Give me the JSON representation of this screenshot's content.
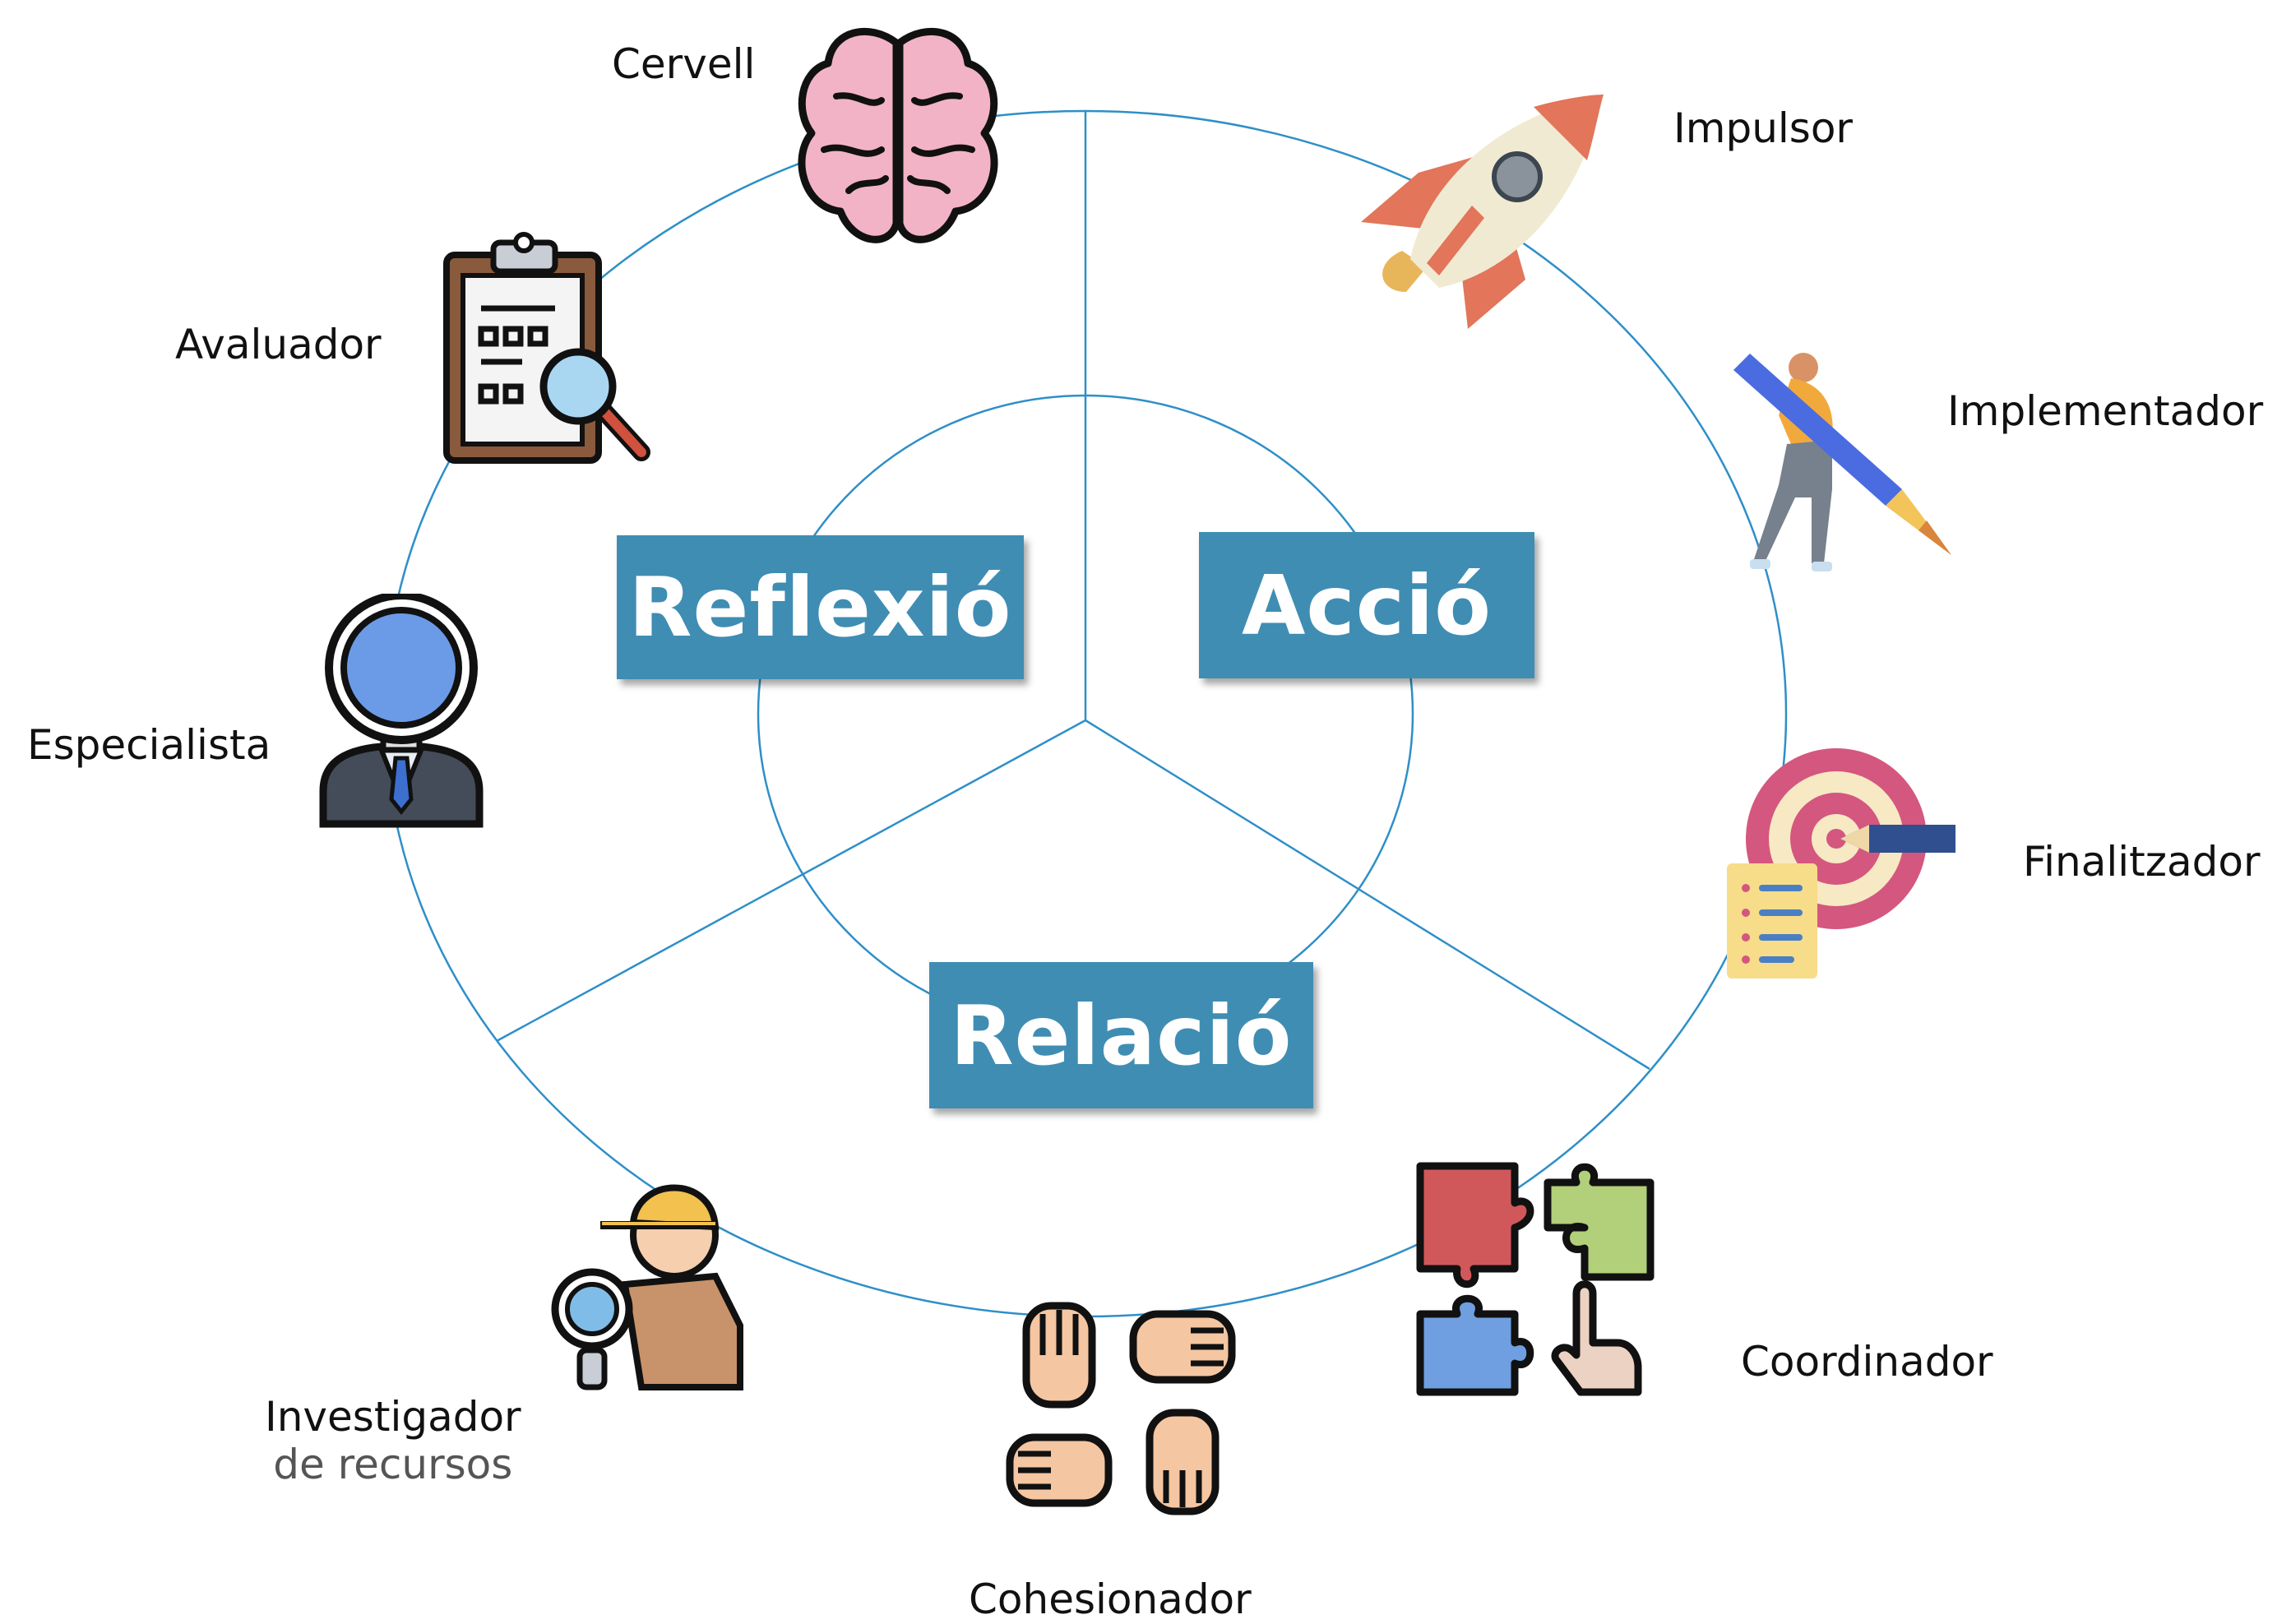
{
  "center": {
    "reflexio": "Reflexió",
    "accio": "Acció",
    "relacio": "Relació"
  },
  "roles": {
    "cervell": "Cervell",
    "avaluador": "Avaluador",
    "especialista": "Especialista",
    "investigador": "Investigador",
    "investigador_sub": "de recursos",
    "cohesionador": "Cohesionador",
    "coordinador": "Coordinador",
    "finalitzador": "Finalitzador",
    "implementador": "Implementador",
    "impulsor": "Impulsor"
  },
  "icons": [
    "brain-icon",
    "clipboard-magnifier-icon",
    "specialist-person-icon",
    "explorer-magnifier-icon",
    "joined-hands-icon",
    "puzzle-pieces-icon",
    "target-pencil-icon",
    "person-pencil-icon",
    "rocket-icon"
  ],
  "colors": {
    "box": "#3f8db3",
    "lines": "#2e8fc8",
    "text": "#111111"
  }
}
